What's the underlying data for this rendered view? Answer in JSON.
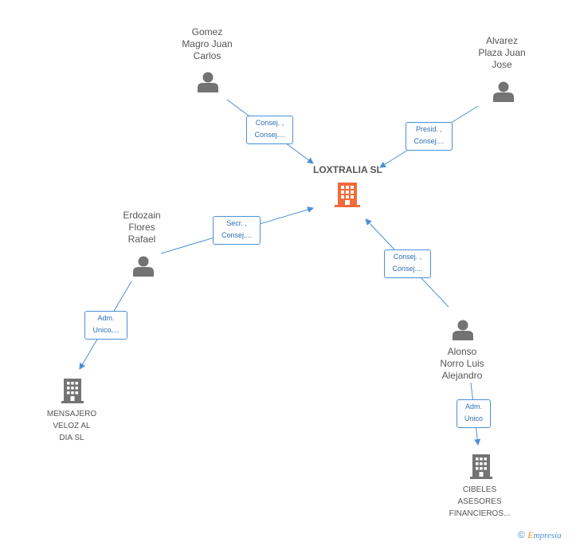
{
  "main_company": {
    "name": "LOXTRALIA SL",
    "color": "#f26b3a"
  },
  "persons": [
    {
      "id": "gomez",
      "name_lines": [
        "Gomez",
        "Magro Juan",
        "Carlos"
      ]
    },
    {
      "id": "alvarez",
      "name_lines": [
        "Alvarez",
        "Plaza Juan",
        "Jose"
      ]
    },
    {
      "id": "erdozain",
      "name_lines": [
        "Erdozain",
        "Flores",
        "Rafael"
      ]
    },
    {
      "id": "alonso",
      "name_lines": [
        "Alonso",
        "Norro Luis",
        "Alejandro"
      ]
    }
  ],
  "companies": [
    {
      "id": "mensajero",
      "name_lines": [
        "MENSAJERO",
        "VELOZ AL",
        "DIA SL"
      ]
    },
    {
      "id": "cibeles",
      "name_lines": [
        "CIBELES",
        "ASESORES",
        "FINANCIEROS..."
      ]
    }
  ],
  "relations": [
    {
      "from": "gomez",
      "to": "loxtralia",
      "role_lines": [
        "Consej. ,",
        "Consej...."
      ]
    },
    {
      "from": "alvarez",
      "to": "loxtralia",
      "role_lines": [
        "Presid. ,",
        "Consej...."
      ]
    },
    {
      "from": "erdozain",
      "to": "loxtralia",
      "role_lines": [
        "Secr. ,",
        "Consej...."
      ]
    },
    {
      "from": "alonso",
      "to": "loxtralia",
      "role_lines": [
        "Consej. ,",
        "Consej...."
      ]
    },
    {
      "from": "erdozain",
      "to": "mensajero",
      "role_lines": [
        "Adm.",
        "Unico,..."
      ]
    },
    {
      "from": "alonso",
      "to": "cibeles",
      "role_lines": [
        "Adm.",
        "Unico"
      ]
    }
  ],
  "colors": {
    "person_icon": "#737373",
    "company_icon": "#737373",
    "edge": "#4a90d9",
    "text": "#555555"
  },
  "footer": {
    "copyright_symbol": "©",
    "brand_initial": "E",
    "brand_rest": "mpresia"
  }
}
